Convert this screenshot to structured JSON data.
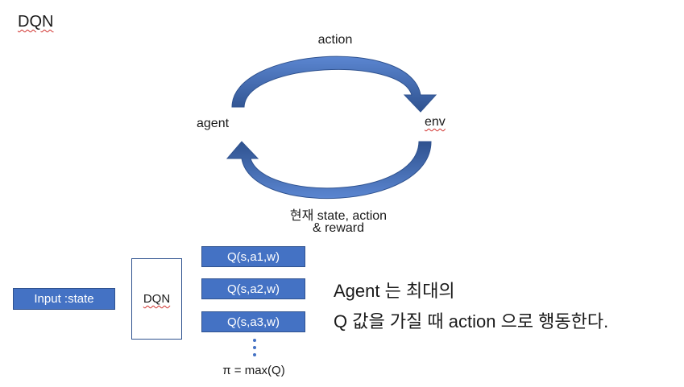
{
  "title": "DQN",
  "cycle": {
    "top_arrow_label": "action",
    "left_node": "agent",
    "right_node": "env",
    "bottom_arrow_label_line1": "현재  state, action",
    "bottom_arrow_label_line2": "& reward"
  },
  "network": {
    "input_label": "Input :state",
    "model_label": "DQN",
    "outputs": [
      "Q(s,a1,w)",
      "Q(s,a2,w)",
      "Q(s,a3,w)"
    ],
    "policy_label": "π = max(Q)"
  },
  "description": {
    "line1": "Agent 는 최대의",
    "line2": "Q 값을 가질 때  action 으로 행동한다."
  },
  "colors": {
    "arrow_fill": "#4472c4",
    "arrow_dark": "#2f528f",
    "box_fill": "#4472c4"
  }
}
